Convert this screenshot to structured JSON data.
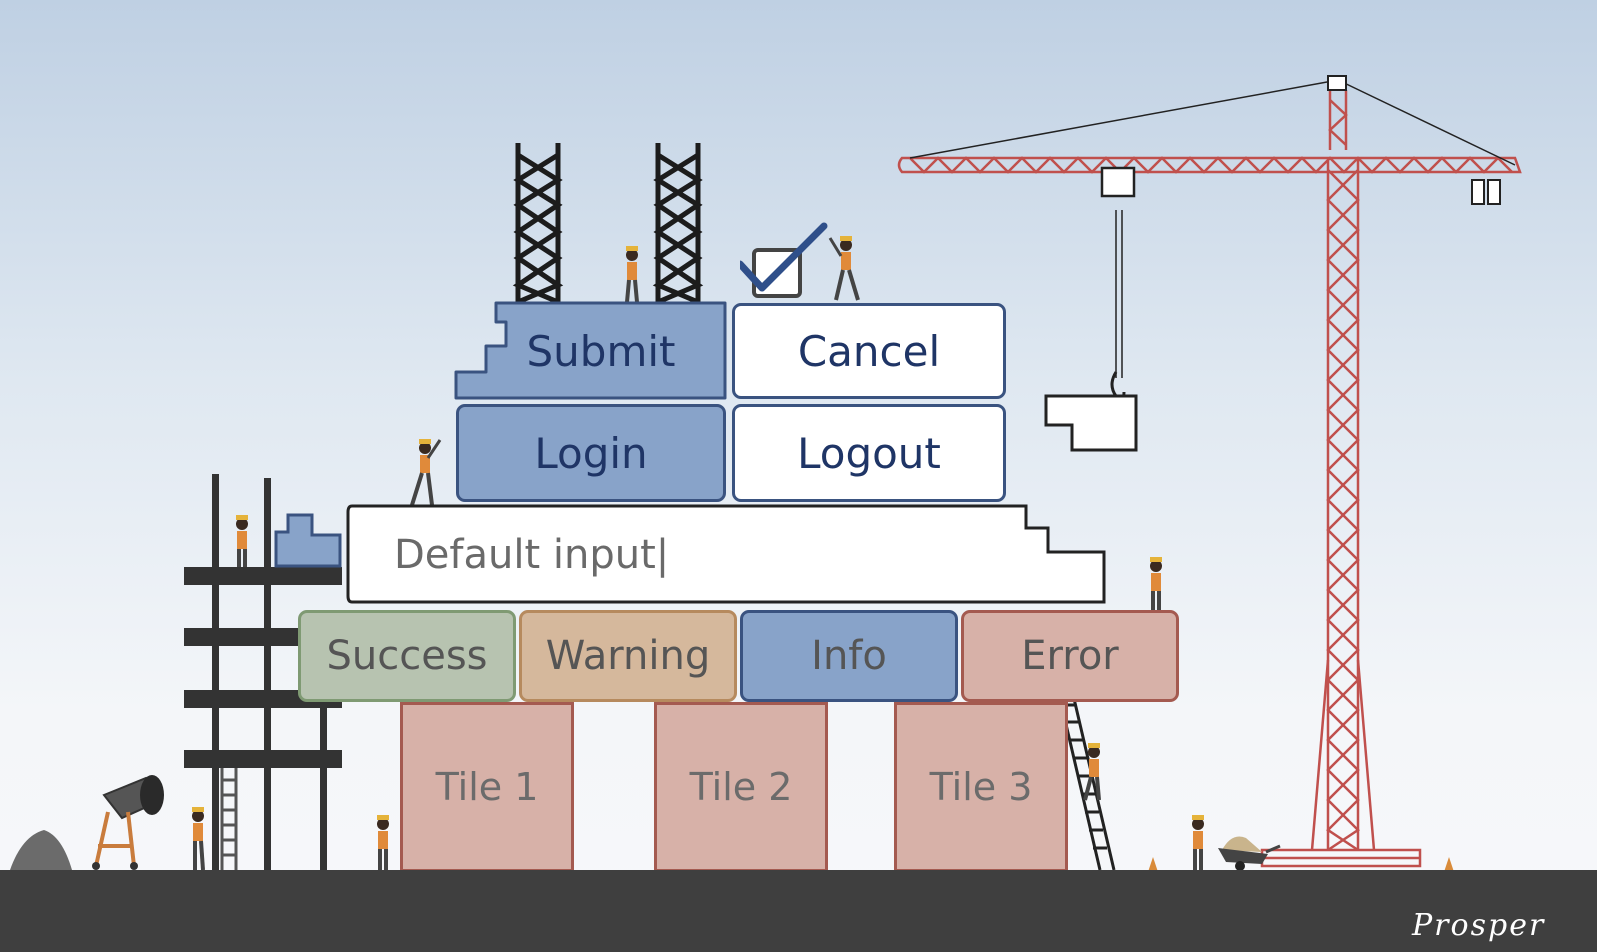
{
  "buttons": {
    "submit": "Submit",
    "cancel": "Cancel",
    "login": "Login",
    "logout": "Logout"
  },
  "input": {
    "value": "Default input|"
  },
  "checkbox": {
    "checked": true
  },
  "alerts": {
    "success": "Success",
    "warning": "Warning",
    "info": "Info",
    "error": "Error"
  },
  "tiles": [
    "Tile 1",
    "Tile 2",
    "Tile 3"
  ],
  "brand": "Prosper",
  "colors": {
    "primary": "#88a3c9",
    "primary_border": "#3a5380",
    "success": "#b7c3b0",
    "warning": "#d5b89c",
    "info": "#88a3c9",
    "error": "#d7b1a8",
    "crane": "#c0504d",
    "ground": "#3f3f3f"
  }
}
